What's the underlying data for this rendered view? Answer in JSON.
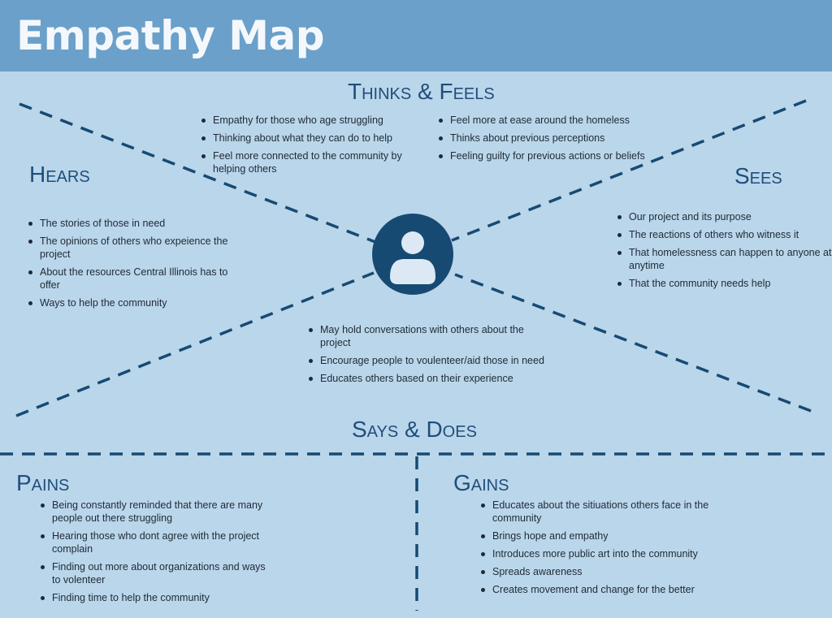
{
  "title": "Empathy Map",
  "colors": {
    "header": "#6aa0c9",
    "background": "#bad6eb",
    "accent": "#174a72",
    "heading": "#1f4e7a"
  },
  "thinks_feels": {
    "heading": "Thinks & Feels",
    "left_items": [
      "Empathy for those who age struggling",
      "Thinking about what they can do to help",
      "Feel more connected to the community by helping others"
    ],
    "right_items": [
      "Feel more at ease around the homeless",
      "Thinks about previous perceptions",
      "Feeling guilty for previous actions or beliefs"
    ]
  },
  "hears": {
    "heading": "Hears",
    "items": [
      "The stories of those in need",
      "The opinions of others who expeience the project",
      "About the resources Central Illinois has to offer",
      "Ways to help the community"
    ]
  },
  "sees": {
    "heading": "Sees",
    "items": [
      "Our project and its purpose",
      "The reactions of others who witness it",
      "That homelessness can happen to anyone at anytime",
      "That the community needs help"
    ]
  },
  "says_does": {
    "heading": "Says & Does",
    "items": [
      "May hold conversations with others about the project",
      "Encourage people to voulenteer/aid those in need",
      "Educates others based on their experience"
    ]
  },
  "pains": {
    "heading": "Pains",
    "items": [
      "Being constantly reminded that there are many people out there struggling",
      "Hearing those who dont agree with the project complain",
      "Finding out more about organizations and ways to volenteer",
      "Finding time to help the community"
    ]
  },
  "gains": {
    "heading": "Gains",
    "items": [
      "Educates about the sitiuations others face in the community",
      "Brings hope and empathy",
      "Introduces more public art into the community",
      "Spreads awareness",
      "Creates movement and change for the better"
    ]
  },
  "icons": {
    "center": "user-avatar-icon"
  }
}
